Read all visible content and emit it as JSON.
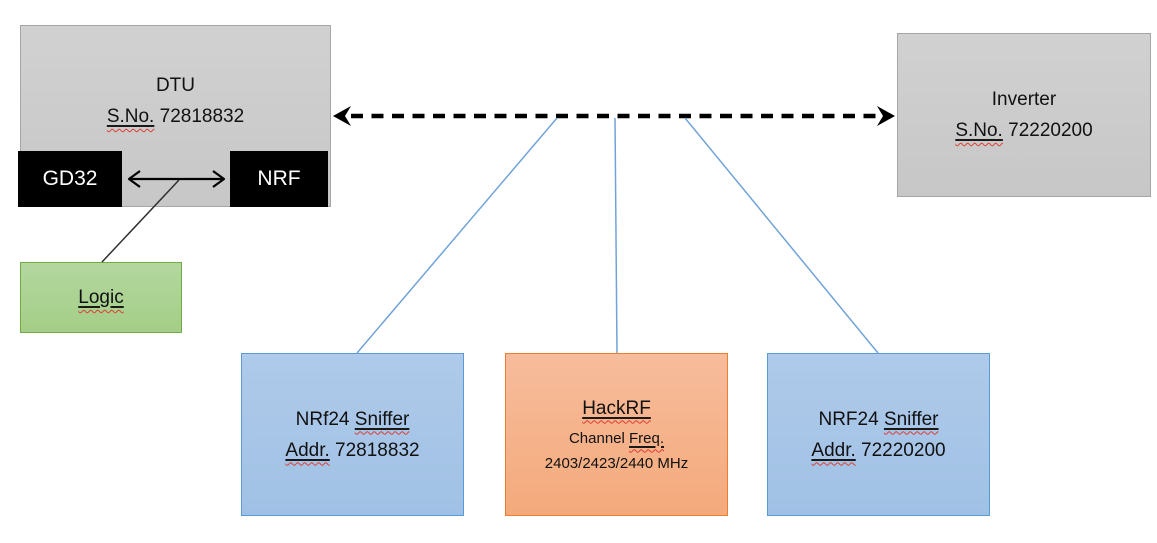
{
  "colors": {
    "gray_fill": "#cbcbcb",
    "gray_border": "#a6a6a6",
    "blue_fill": "#a7c6e8",
    "blue_border": "#5b9bd5",
    "orange_fill": "#f5b28c",
    "orange_border": "#ed7d31",
    "green_fill": "#a9d18e",
    "green_border": "#70ad47",
    "chip_fill": "#000000",
    "connector_blue": "#71a3d9",
    "arrow_black": "#000000",
    "squiggle_red": "#e03c31"
  },
  "dtu": {
    "title": "DTU",
    "serial_label": "S.No.",
    "serial_value": " 72818832",
    "chip_left": "GD32",
    "chip_right": "NRF"
  },
  "logic": {
    "label": "Logic"
  },
  "inverter": {
    "title": "Inverter",
    "serial_label": "S.No.",
    "serial_value": " 72220200"
  },
  "sniffer_left": {
    "name_prefix": "NRf24 ",
    "name_word": "Sniffer",
    "addr_label": "Addr.",
    "addr_value": " 72818832"
  },
  "hackrf": {
    "title": "HackRF",
    "freq_label_prefix": "Channel ",
    "freq_label_word": "Freq.",
    "freq_values": "2403/2423/2440 MHz"
  },
  "sniffer_right": {
    "name_prefix": "NRF24 ",
    "name_word": "Sniffer",
    "addr_label": "Addr.",
    "addr_value": " 72220200"
  }
}
